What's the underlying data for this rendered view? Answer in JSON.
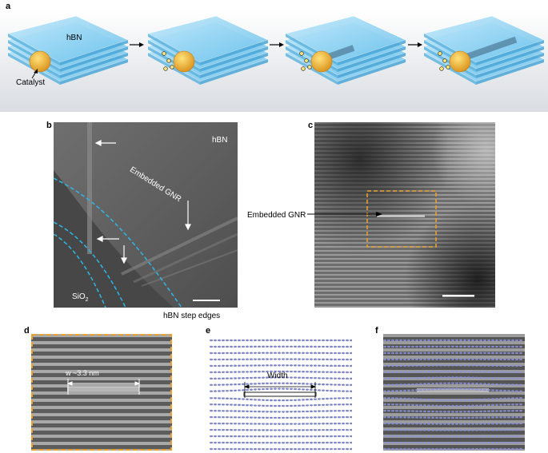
{
  "panels": {
    "a": {
      "letter": "a",
      "hbn_label": "hBN",
      "catalyst_label": "Catalyst"
    },
    "b": {
      "letter": "b",
      "hbn_label": "hBN",
      "embedded_gnr_label": "Embedded GNR",
      "sio2_label": "SiO",
      "sio2_sub": "2",
      "step_edges_label": "hBN step edges"
    },
    "c": {
      "letter": "c",
      "embedded_gnr_label": "Embedded GNR"
    },
    "d": {
      "letter": "d",
      "width_label": "w ~3.3 nm"
    },
    "e": {
      "letter": "e",
      "width_label": "Width"
    },
    "f": {
      "letter": "f"
    }
  },
  "colors": {
    "hbn_blue": "#8fd3f2",
    "step_edge_cyan": "#2fb6e6",
    "highlight_orange": "#e8a030",
    "catalyst_gold": "#f2b632",
    "lattice_purple": "#7f86c8"
  }
}
